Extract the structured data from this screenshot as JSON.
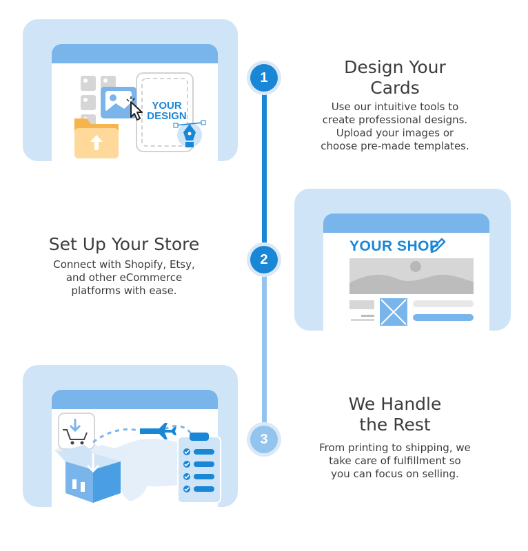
{
  "steps": [
    {
      "number": "1",
      "title_line1": "Design Your",
      "title_line2": "Cards",
      "desc_lines": [
        "Use our intuitive tools to",
        "create professional designs.",
        "Upload your images or",
        "choose pre-made templates."
      ],
      "illustration_text_1": "YOUR",
      "illustration_text_2": "DESIGN"
    },
    {
      "number": "2",
      "title": "Set Up Your Store",
      "desc_lines": [
        "Connect with Shopify, Etsy,",
        "and other eCommerce",
        "platforms with ease."
      ],
      "illustration_text": "YOUR SHOP"
    },
    {
      "number": "3",
      "title_line1": "We Handle",
      "title_line2": "the Rest",
      "desc_lines": [
        "From printing to shipping, we",
        "take care of fulfillment so",
        "you can focus on selling."
      ]
    }
  ],
  "colors": {
    "accent_dark": "#1a86d6",
    "accent_light": "#79b5ea",
    "panel_bg": "#cfe4f7",
    "timeline_dark": "#1a86d6",
    "timeline_light": "#93c4ee"
  }
}
